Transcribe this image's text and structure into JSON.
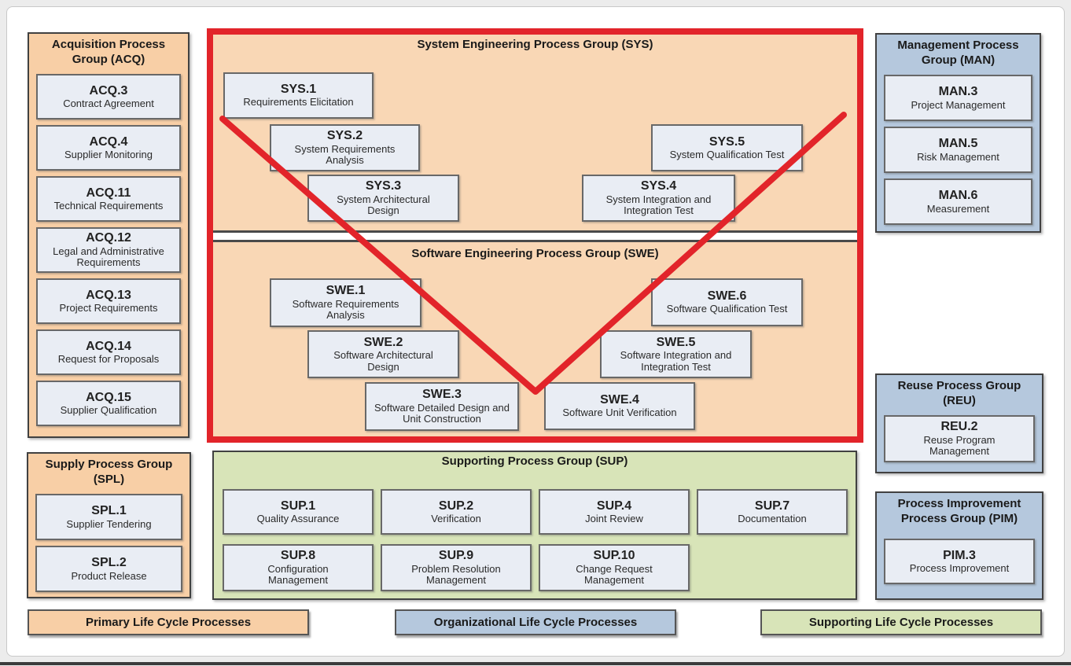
{
  "groups": {
    "acq": {
      "title": "Acquisition Process Group (ACQ)",
      "processes": [
        {
          "id": "ACQ.3",
          "name": "Contract Agreement"
        },
        {
          "id": "ACQ.4",
          "name": "Supplier Monitoring"
        },
        {
          "id": "ACQ.11",
          "name": "Technical Requirements"
        },
        {
          "id": "ACQ.12",
          "name": "Legal and Administrative Requirements"
        },
        {
          "id": "ACQ.13",
          "name": "Project Requirements"
        },
        {
          "id": "ACQ.14",
          "name": "Request for Proposals"
        },
        {
          "id": "ACQ.15",
          "name": "Supplier Qualification"
        }
      ]
    },
    "sys": {
      "title": "System Engineering Process Group (SYS)",
      "processes": [
        {
          "id": "SYS.1",
          "name": "Requirements Elicitation"
        },
        {
          "id": "SYS.2",
          "name": "System Requirements Analysis"
        },
        {
          "id": "SYS.3",
          "name": "System Architectural Design"
        },
        {
          "id": "SYS.4",
          "name": "System Integration and Integration Test"
        },
        {
          "id": "SYS.5",
          "name": "System Qualification Test"
        }
      ]
    },
    "swe": {
      "title": "Software Engineering Process Group (SWE)",
      "processes": [
        {
          "id": "SWE.1",
          "name": "Software Requirements Analysis"
        },
        {
          "id": "SWE.2",
          "name": "Software Architectural Design"
        },
        {
          "id": "SWE.3",
          "name": "Software Detailed Design and Unit Construction"
        },
        {
          "id": "SWE.4",
          "name": "Software Unit Verification"
        },
        {
          "id": "SWE.5",
          "name": "Software Integration and Integration Test"
        },
        {
          "id": "SWE.6",
          "name": "Software Qualification Test"
        }
      ]
    },
    "man": {
      "title": "Management Process Group (MAN)",
      "processes": [
        {
          "id": "MAN.3",
          "name": "Project Management"
        },
        {
          "id": "MAN.5",
          "name": "Risk Management"
        },
        {
          "id": "MAN.6",
          "name": "Measurement"
        }
      ]
    },
    "spl": {
      "title": "Supply Process Group (SPL)",
      "processes": [
        {
          "id": "SPL.1",
          "name": "Supplier Tendering"
        },
        {
          "id": "SPL.2",
          "name": "Product Release"
        }
      ]
    },
    "sup": {
      "title": "Supporting Process Group (SUP)",
      "processes": [
        {
          "id": "SUP.1",
          "name": "Quality Assurance"
        },
        {
          "id": "SUP.2",
          "name": "Verification"
        },
        {
          "id": "SUP.4",
          "name": "Joint Review"
        },
        {
          "id": "SUP.7",
          "name": "Documentation"
        },
        {
          "id": "SUP.8",
          "name": "Configuration Management"
        },
        {
          "id": "SUP.9",
          "name": "Problem Resolution Management"
        },
        {
          "id": "SUP.10",
          "name": "Change Request Management"
        }
      ]
    },
    "reu": {
      "title": "Reuse Process Group (REU)",
      "processes": [
        {
          "id": "REU.2",
          "name": "Reuse Program Management"
        }
      ]
    },
    "pim": {
      "title": "Process Improvement Process Group (PIM)",
      "processes": [
        {
          "id": "PIM.3",
          "name": "Process Improvement"
        }
      ]
    }
  },
  "legend": {
    "items": [
      {
        "label": "Primary Life Cycle Processes",
        "color": "#f8cfa6"
      },
      {
        "label": "Organizational Life Cycle Processes",
        "color": "#b5c8dd"
      },
      {
        "label": "Supporting Life Cycle Processes",
        "color": "#d8e4b8"
      }
    ]
  },
  "colors": {
    "primary_peach": "#f8cfa6",
    "organizational_blue": "#b5c8dd",
    "supporting_green": "#d8e4b8",
    "v_model_red": "#e2242a",
    "process_box_fill": "#e9edf4"
  }
}
